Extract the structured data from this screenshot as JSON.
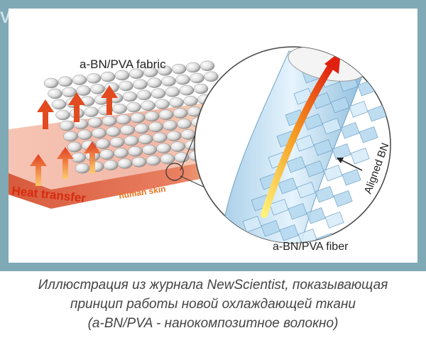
{
  "figure": {
    "corner_mark": "V",
    "fabric_label": "a-BN/PVA fabric",
    "heat_label": "Heat transfer",
    "skin_label": "human skin",
    "aligned_label": "Aligned BN",
    "fiber_label": "a-BN/PVA fiber"
  },
  "caption": {
    "line1": "Иллюстрация из журнала NewScientist, показывающая",
    "line2": "принцип работы новой охлаждающей ткани",
    "line3": "(a-BN/PVA - нанокомпозитное волокно)"
  },
  "colors": {
    "frame": "#7fa9b5",
    "heat_arrow": "#e03010",
    "skin": "#f2b0a0",
    "fiber": "#bfe0f5"
  }
}
